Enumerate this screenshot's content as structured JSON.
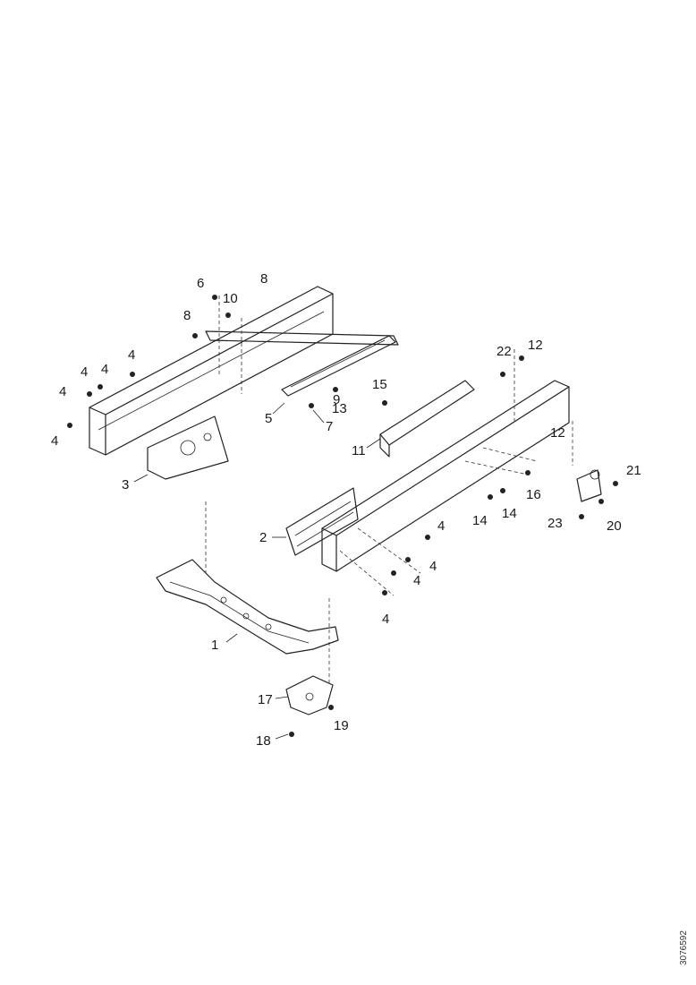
{
  "callouts": {
    "c1": "1",
    "c2": "2",
    "c3": "3",
    "c4a": "4",
    "c4b": "4",
    "c4c": "4",
    "c4d": "4",
    "c4e": "4",
    "c4f": "4",
    "c4g": "4",
    "c4h": "4",
    "c4i": "4",
    "c5": "5",
    "c6": "6",
    "c7": "7",
    "c8a": "8",
    "c8b": "8",
    "c9": "9",
    "c10": "10",
    "c11": "11",
    "c12a": "12",
    "c12b": "12",
    "c13": "13",
    "c14a": "14",
    "c14b": "14",
    "c15": "15",
    "c16": "16",
    "c17": "17",
    "c18": "18",
    "c19": "19",
    "c20": "20",
    "c21": "21",
    "c22": "22",
    "c23": "23"
  },
  "doc_id": "3076592"
}
